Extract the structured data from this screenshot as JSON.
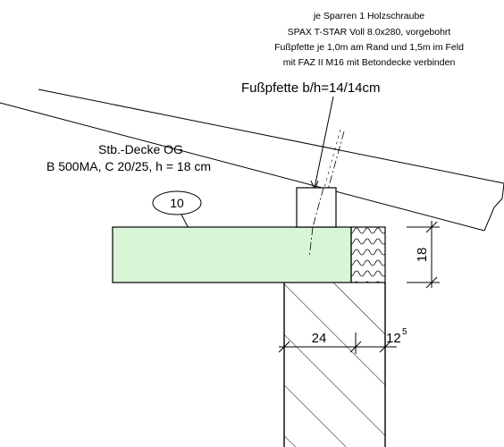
{
  "notes": {
    "line1": "je Sparren 1 Holzschraube",
    "line2": "SPAX T-STAR Voll 8.0x280, vorgebohrt",
    "line3": "Fußpfette je 1,0m am Rand und 1,5m im Feld",
    "line4": "mit FAZ II M16 mit Betondecke verbinden"
  },
  "pfette_label": "Fußpfette b/h=14/14cm",
  "decke": {
    "line1": "Stb.-Decke OG",
    "line2": "B 500MA, C 20/25,   h = 18 cm"
  },
  "position_tag": "10",
  "dimensions": {
    "slab_height": "18",
    "wall_width": "24",
    "insulation_base": "12",
    "insulation_sup": "5"
  },
  "colors": {
    "slab_fill": "#d8f5d8",
    "line": "#000000"
  }
}
